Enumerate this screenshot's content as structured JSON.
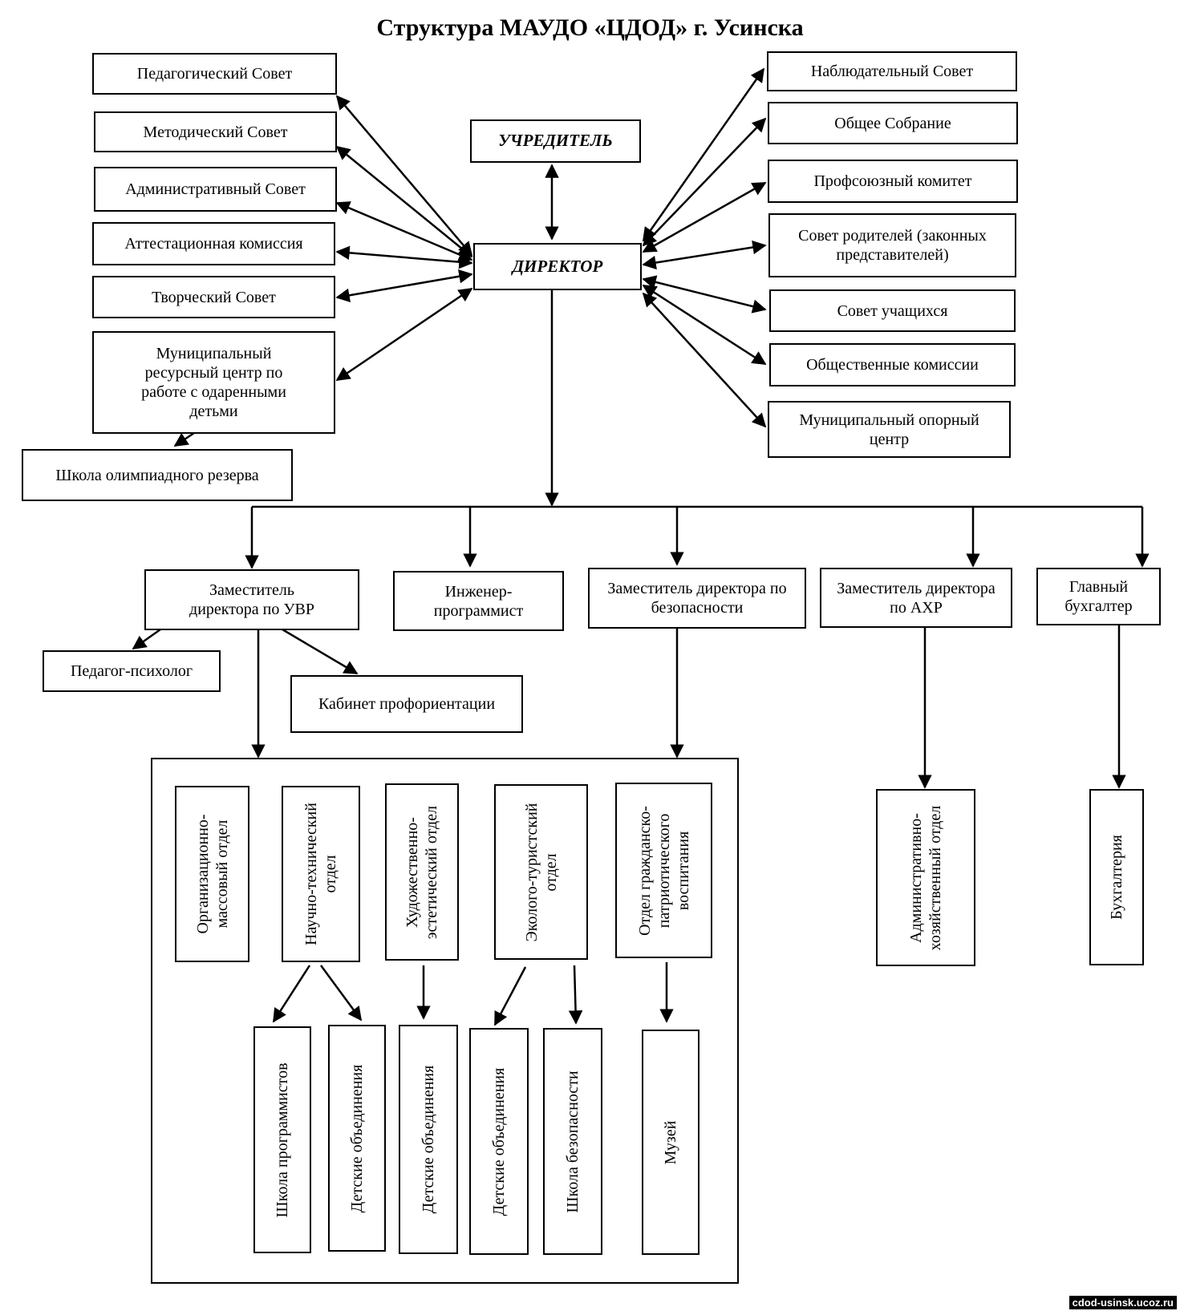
{
  "title": "Структура МАУДО «ЦДОД» г. Усинска",
  "founder": "УЧРЕДИТЕЛЬ",
  "director": "ДИРЕКТОР",
  "left_councils": [
    "Педагогический Совет",
    "Методический Совет",
    "Административный Совет",
    "Аттестационная комиссия",
    "Творческий Совет",
    "Муниципальный ресурсный центр по работе с одаренными детьми"
  ],
  "olympiad_school": "Школа олимпиадного резерва",
  "right_councils": [
    "Наблюдательный Совет",
    "Общее Собрание",
    "Профсоюзный комитет",
    "Совет родителей (законных представителей)",
    "Совет учащихся",
    "Общественные комиссии",
    "Муниципальный опорный центр"
  ],
  "deputies": {
    "uvr": "Заместитель директора по УВР",
    "engineer": "Инженер-программист",
    "security": "Заместитель директора по безопасности",
    "ahr": "Заместитель директора по АХР",
    "accountant": "Главный бухгалтер"
  },
  "psychologist": "Педагог-психолог",
  "career_office": "Кабинет профориентации",
  "departments": [
    "Организационно-массовый отдел",
    "Научно-технический отдел",
    "Художественно-эстетический отдел",
    "Эколого-туристский отдел",
    "Отдел гражданско-патриотического воспитания"
  ],
  "subunits": [
    "Школа программистов",
    "Детские объединения",
    "Детские объединения",
    "Детские объединения",
    "Школа безопасности",
    "Музей"
  ],
  "ahr_department": "Административно-хозяйственный отдел",
  "accounting": "Бухгалтерия",
  "watermark": "cdod-usinsk.ucoz.ru"
}
